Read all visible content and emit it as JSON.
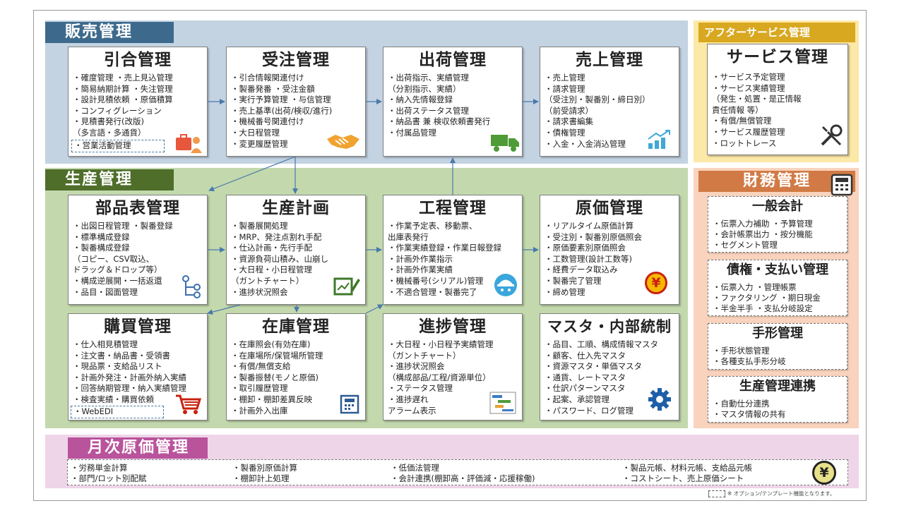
{
  "sales": {
    "title": "販売管理",
    "hikiai": {
      "title": "引合管理",
      "items": [
        "・確度管理 ・売上見込管理",
        "・簡易納期計算 ・失注管理",
        "・設計見積依頼 ・原価積算",
        "・コンフィグレーション",
        "・見積書発行(改版)",
        "  （多言語・多通貨）"
      ],
      "option": "・営業活動管理",
      "icon": "briefcase-person-icon"
    },
    "juchu": {
      "title": "受注管理",
      "items": [
        "・引合情報関連付け",
        "・製番発番 ・受注金額",
        "・実行予算管理 ・与信管理",
        "・売上基準(出荷/検収/進行)",
        "・機械番号関連付け",
        "・大日程管理",
        "・変更履歴管理"
      ],
      "icon": "handshake-icon"
    },
    "shukka": {
      "title": "出荷管理",
      "items": [
        "・出荷指示、実績管理",
        " （分割指示、実績）",
        "・納入先情報登録",
        "・出荷ステータス管理",
        "・納品書 兼 検収依頼書発行",
        "・付属品管理"
      ],
      "icon": "truck-icon"
    },
    "uriage": {
      "title": "売上管理",
      "items": [
        "・売上管理",
        "・請求管理",
        " （受注別・製番別・締日別）",
        " （前受請求）",
        "・請求書編集",
        "・債権管理",
        "・入金・入金消込管理"
      ],
      "icon": "growth-chart-icon"
    }
  },
  "aftersales": {
    "title": "アフターサービス管理",
    "service": {
      "title": "サービス管理",
      "items": [
        "・サービス予定管理",
        "・サービス実績管理",
        " （発生・処置・是正情報",
        "    責任情報 等）",
        "・有償/無償管理",
        "・サービス履歴管理",
        "・ロットトレース"
      ],
      "icon": "tools-icon"
    }
  },
  "production": {
    "title": "生産管理",
    "bom": {
      "title": "部品表管理",
      "items": [
        "・出図日程管理 ・製番登録",
        "・標準構成登録",
        "・製番構成登録",
        "  （コピー、CSV取込、",
        "   ドラッグ＆ドロップ等）",
        "・構成逆展開・一括返還",
        "・品目・図面管理"
      ],
      "icon": "tree-structure-icon"
    },
    "plan": {
      "title": "生産計画",
      "items": [
        "・製番展開処理",
        "・MRP、発注点割れ手配",
        "・仕込計画・先行手配",
        "・資源負荷山積み、山崩し",
        "・大日程・小日程管理",
        "  （ガントチャート）",
        "・進捗状況照会"
      ],
      "icon": "chart-edit-icon"
    },
    "process": {
      "title": "工程管理",
      "items": [
        "・作業予定表、移動票、",
        "  出庫表発行",
        "・作業実績登録・作業日報登録",
        "・計画外作業指示",
        "・計画外作業実績",
        "・機械番号(シリアル)管理",
        "・不適合管理・製番完了"
      ],
      "icon": "worker-helmet-icon"
    },
    "cost": {
      "title": "原価管理",
      "items": [
        "・リアルタイム原価計算",
        "・受注別・製番別原価照会",
        "・原価要素別原価照会",
        "・工数管理(設計工数等)",
        "・経費データ取込み",
        "・製番完了管理",
        "・締め管理"
      ],
      "icon": "yen-coin-icon",
      "icon_glyph": "¥"
    },
    "purchase": {
      "title": "購買管理",
      "items": [
        "・仕入相見積管理",
        "・注文書・納品書・受領書",
        "・現品票・支給品リスト",
        "・計画外発注・計画外納入実績",
        "・回答納期管理・納入実績管理",
        "・検査実績・購買依頼"
      ],
      "option": "・WebEDI",
      "icon": "shopping-cart-icon"
    },
    "inventory": {
      "title": "在庫管理",
      "items": [
        "・在庫照会(有効在庫)",
        "・在庫場所/保管場所管理",
        "・有償/無償支給",
        "・製番振替(モノと原価)",
        "・取引履歴管理",
        "・棚卸・棚卸差異反映",
        "・計画外入出庫"
      ],
      "icon": "register-icon"
    },
    "progress": {
      "title": "進捗管理",
      "items": [
        "・大日程・小日程予実績管理",
        "  （ガントチャート）",
        "・進捗状況照会",
        "  （構成部品/工程/資源単位）",
        "・ステータス管理",
        "・進捗遅れ",
        "  アラーム表示"
      ],
      "icon": "gantt-chart-icon"
    },
    "master": {
      "title": "マスタ・内部統制",
      "items": [
        "・品目、工順、構成情報マスタ",
        "・顧客、仕入先マスタ",
        "・資源マスタ・単価マスタ",
        "・通貨、レートマスタ",
        "・仕訳パターンマスタ",
        "・起案、承認管理",
        "・パスワード、ログ管理"
      ],
      "icon": "gear-icon"
    }
  },
  "finance": {
    "title": "財務管理",
    "icon": "calculator-icon",
    "general": {
      "title": "一般会計",
      "items": [
        "・伝票入力補助 ・予算管理",
        "・会計帳票出力 ・按分機能",
        "・セグメント管理"
      ]
    },
    "receivable": {
      "title": "債権・支払い管理",
      "items": [
        "・伝票入力 ・管理帳票",
        "・ファクタリング ・期日現金",
        "・半金半手 ・支払分岐設定"
      ]
    },
    "bills": {
      "title": "手形管理",
      "items": [
        "・手形状態管理",
        "・各種支払手形分岐"
      ]
    },
    "link": {
      "title": "生産管理連携",
      "items": [
        "・自動仕分連携",
        "・マスタ情報の共有"
      ]
    }
  },
  "monthly": {
    "title": "月次原価管理",
    "columns": [
      [
        "・労務単金計算",
        "・部門/ロット別配賦"
      ],
      [
        "・製番別原価計算",
        "・棚卸計上処理"
      ],
      [
        "・低価法管理",
        "・会計連携(棚卸高・評価減・応援稼働)"
      ],
      [
        "・製品元帳、材料元帳、支給品元帳",
        "・コストシート、売上原価シート"
      ]
    ],
    "icon": "yen-coin-icon",
    "icon_glyph": "¥"
  },
  "legend": "※ オプション/テンプレート機能となります。",
  "colors": {
    "sales_bg": "#c3d3e2",
    "sales_title": "#3d6a8c",
    "production_bg": "#c3d9ad",
    "production_title": "#4e6e2a",
    "aftersales_bg": "#fce8a7",
    "aftersales_title": "#d8a820",
    "finance_bg": "#f9d3bd",
    "finance_title": "#d17a45",
    "monthly_bg": "#efd5e8",
    "monthly_title": "#b9539c",
    "arrow": "#4a79ab"
  }
}
